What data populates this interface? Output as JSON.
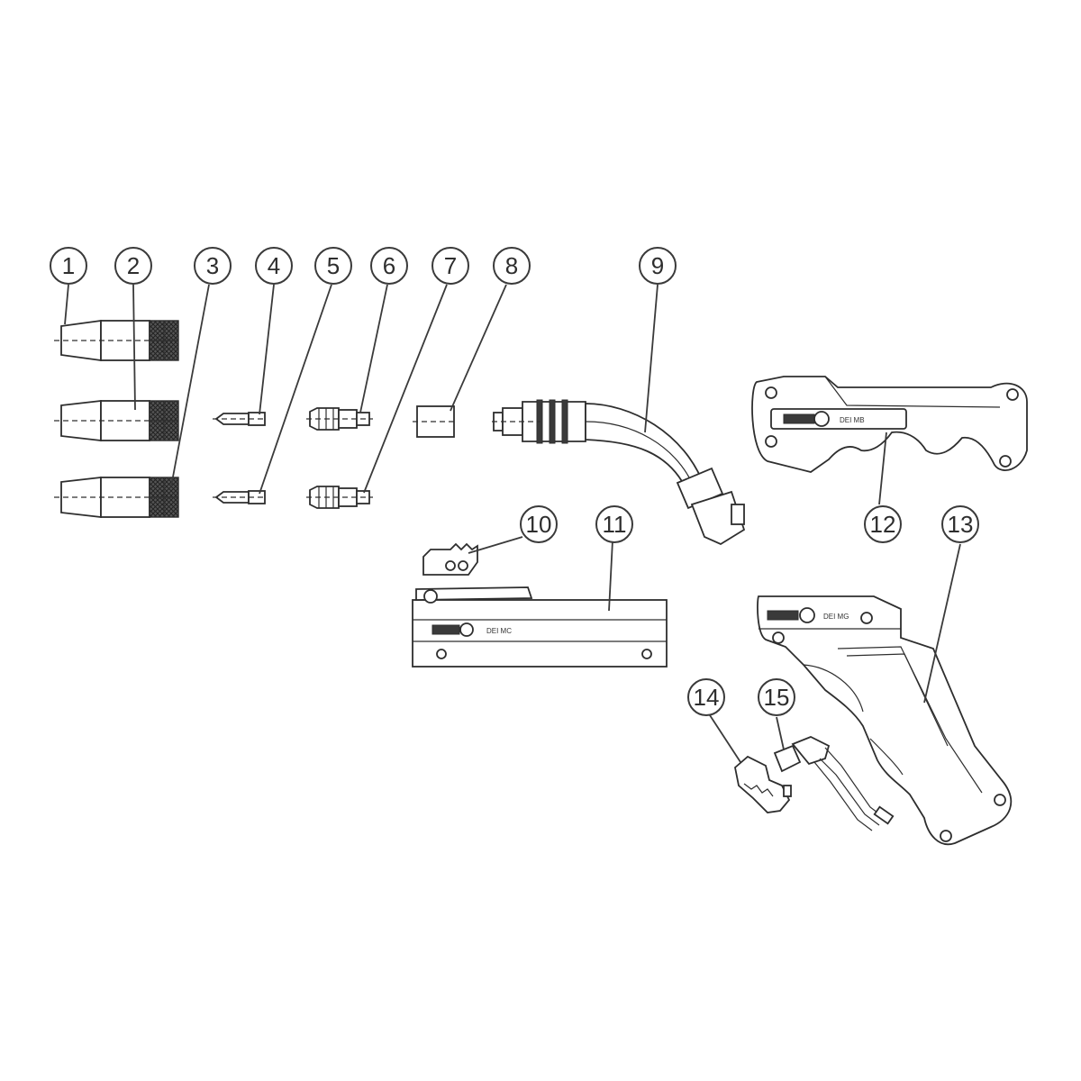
{
  "diagram": {
    "callouts": [
      {
        "id": "1",
        "label": "1"
      },
      {
        "id": "2",
        "label": "2"
      },
      {
        "id": "3",
        "label": "3"
      },
      {
        "id": "4",
        "label": "4"
      },
      {
        "id": "5",
        "label": "5"
      },
      {
        "id": "6",
        "label": "6"
      },
      {
        "id": "7",
        "label": "7"
      },
      {
        "id": "8",
        "label": "8"
      },
      {
        "id": "9",
        "label": "9"
      },
      {
        "id": "10",
        "label": "10"
      },
      {
        "id": "11",
        "label": "11"
      },
      {
        "id": "12",
        "label": "12"
      },
      {
        "id": "13",
        "label": "13"
      },
      {
        "id": "14",
        "label": "14"
      },
      {
        "id": "15",
        "label": "15"
      }
    ],
    "handle_markings": {
      "handle_12": "DEI MB",
      "handle_11": "DEI MC",
      "handle_13": "DEI MG"
    },
    "colors": {
      "line": "#2e2e2e",
      "background": "#ffffff"
    }
  }
}
